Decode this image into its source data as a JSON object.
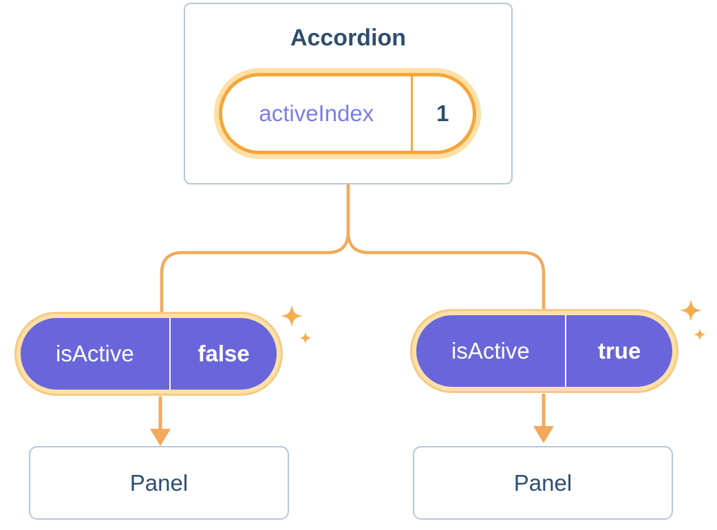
{
  "accordion": {
    "title": "Accordion",
    "state_pill": {
      "label": "activeIndex",
      "value": "1"
    }
  },
  "branches": [
    {
      "prop_pill": {
        "label": "isActive",
        "value": "false"
      },
      "panel": {
        "title": "Panel"
      }
    },
    {
      "prop_pill": {
        "label": "isActive",
        "value": "true"
      },
      "panel": {
        "title": "Panel"
      }
    }
  ],
  "colors": {
    "card_border": "#b3c7db",
    "heading_text": "#2f4e6e",
    "state_label_text": "#7a7eea",
    "prop_pill_fill": "#6965db",
    "prop_pill_text": "#ffffff",
    "connector_orange": "#f2a95c",
    "pill_border_orange": "#f4a63b",
    "glow_orange": "#fce0a5",
    "sparkle_orange": "#f5ad4c"
  }
}
